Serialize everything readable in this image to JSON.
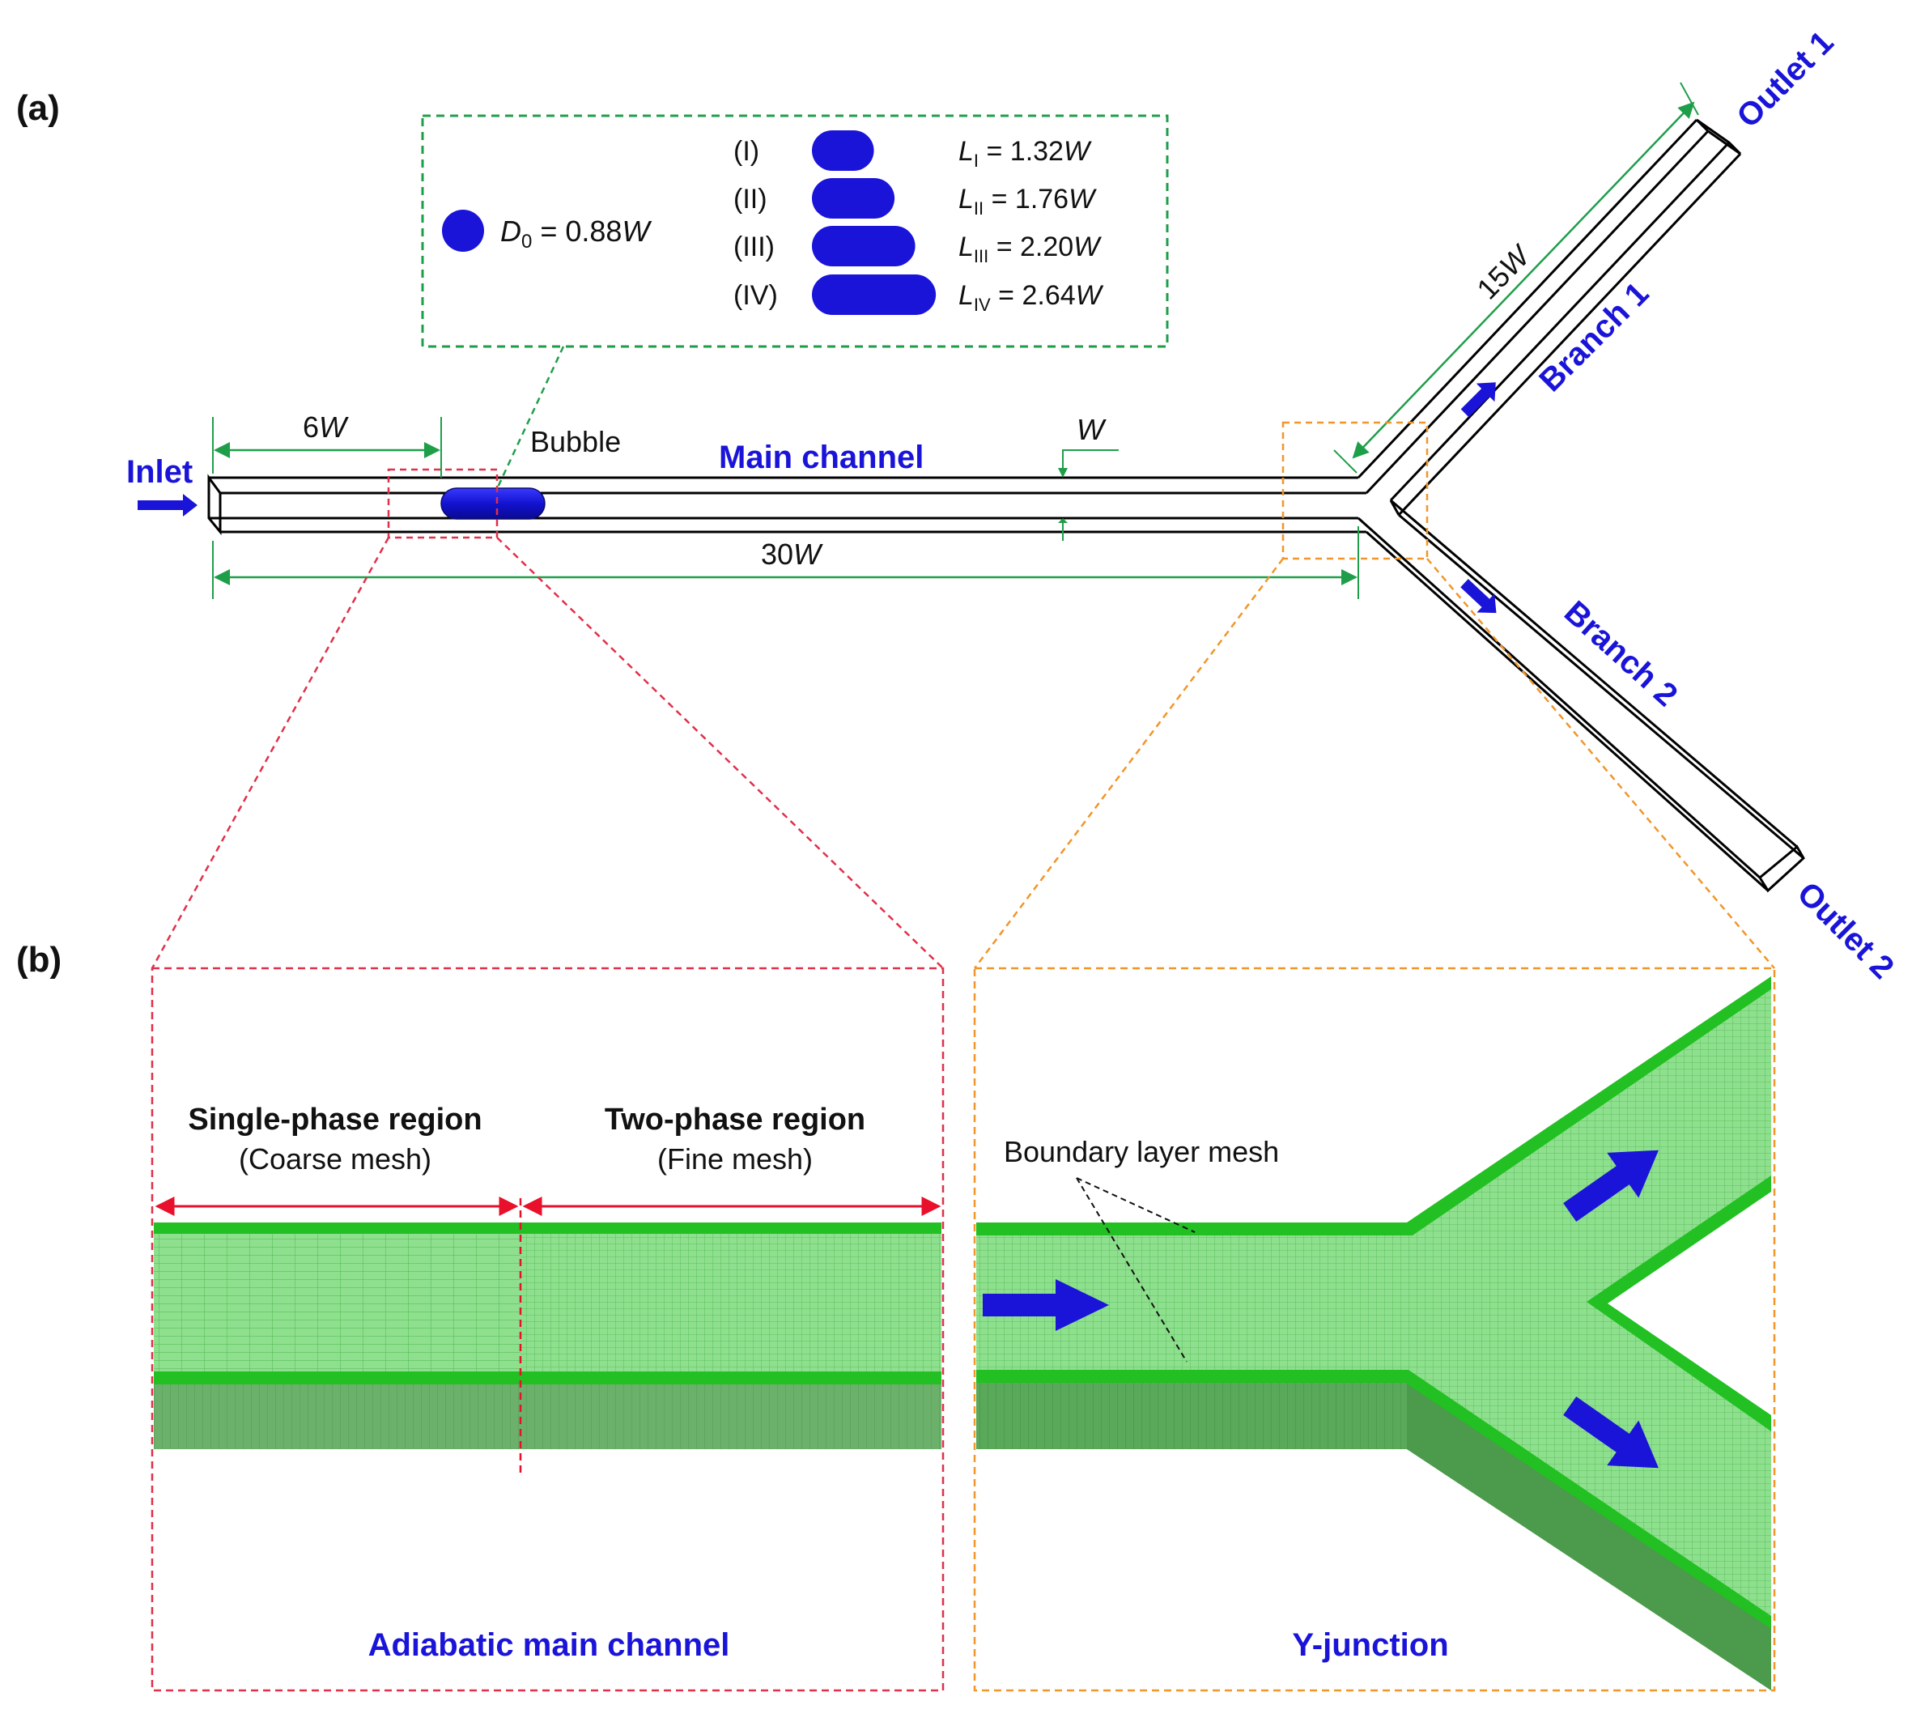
{
  "panel_a": {
    "label": "(a)",
    "inlet": "Inlet",
    "main_channel": "Main channel",
    "bubble": "Bubble",
    "dim_6w_num": "6",
    "dim_30w_num": "30",
    "dim_15w_num": "15",
    "dim_w": "W",
    "branch1": "Branch 1",
    "branch2": "Branch 2",
    "outlet1": "Outlet 1",
    "outlet2": "Outlet 2",
    "inset": {
      "d0_symbol": "D",
      "d0_sub": "0",
      "d0_value": " = 0.88",
      "d0_unit": "W",
      "rows": [
        {
          "roman": "(I)",
          "sub": "I",
          "value": " = 1.32",
          "length_w": 1.32
        },
        {
          "roman": "(II)",
          "sub": "II",
          "value": " = 1.76",
          "length_w": 1.76
        },
        {
          "roman": "(III)",
          "sub": "III",
          "value": " = 2.20",
          "length_w": 2.2
        },
        {
          "roman": "(IV)",
          "sub": "IV",
          "value": " = 2.64",
          "length_w": 2.64
        }
      ]
    }
  },
  "panel_b": {
    "label": "(b)",
    "single_phase": "Single-phase region",
    "coarse_mesh": "(Coarse mesh)",
    "two_phase": "Two-phase region",
    "fine_mesh": "(Fine mesh)",
    "boundary_layer": "Boundary layer mesh",
    "left_caption": "Adiabatic main channel",
    "right_caption": "Y-junction"
  },
  "colors": {
    "accent_blue": "#1a14d9",
    "dim_green": "#1f9e4a",
    "red_zoom": "#e0304a",
    "orange_zoom": "#f0962a",
    "mesh_green": "#6fd46f",
    "mesh_dark": "#3a9a3a"
  }
}
